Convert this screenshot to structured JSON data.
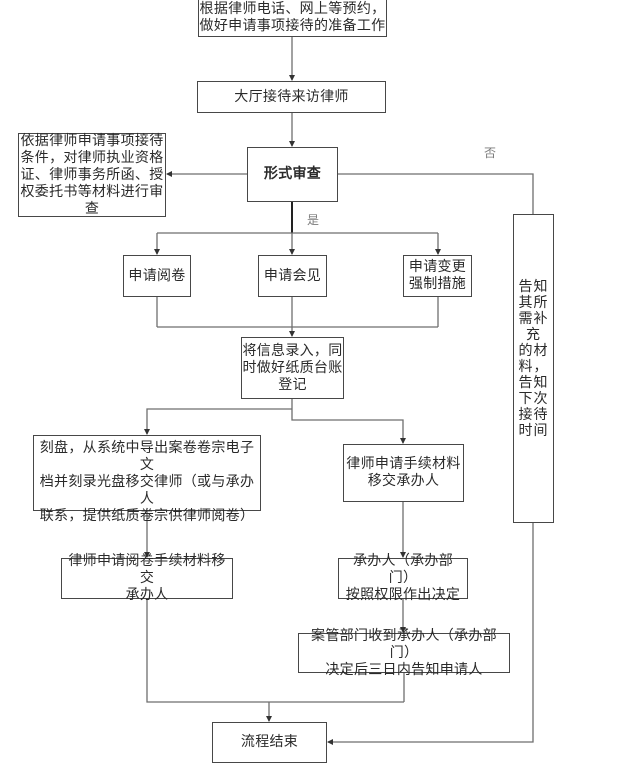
{
  "flowchart": {
    "nodes": {
      "prepare": "根据律师电话、网上等预约，\n做好申请事项接待的准备工作",
      "reception": "大厅接待来访律师",
      "review_criteria": "依据律师申请事项接待\n条件，对律师执业资格\n证、律师事务所函、授\n权委托书等材料进行审\n查",
      "formal_review": "形式审查",
      "apply_read": "申请阅卷",
      "apply_meet": "申请会见",
      "apply_change": "申请变更\n强制措施",
      "record": "将信息录入，同\n时做好纸质台账\n登记",
      "burn_disc": "刻盘，从系统中导出案卷卷宗电子文\n档并刻录光盘移交律师（或与承办人\n联系，提供纸质卷宗供律师阅卷）",
      "transfer_materials": "律师申请手续材料\n移交承办人",
      "transfer_read_materials": "律师申请阅卷手续材料移交\n承办人",
      "decision": "承办人（承办部门）\n按照权限作出决定",
      "notify": "案管部门收到承办人（承办部门）\n决定后三日内告知申请人",
      "end": "流程结束",
      "inform_supplement": "告知\n其所\n需补\n充\n的材\n料，\n告知\n下次\n接待\n时间"
    },
    "labels": {
      "yes": "是",
      "no": "否"
    },
    "colors": {
      "box_border": "#474747",
      "connector": "#6e6e6e",
      "label_text": "#7a7a7a"
    }
  }
}
